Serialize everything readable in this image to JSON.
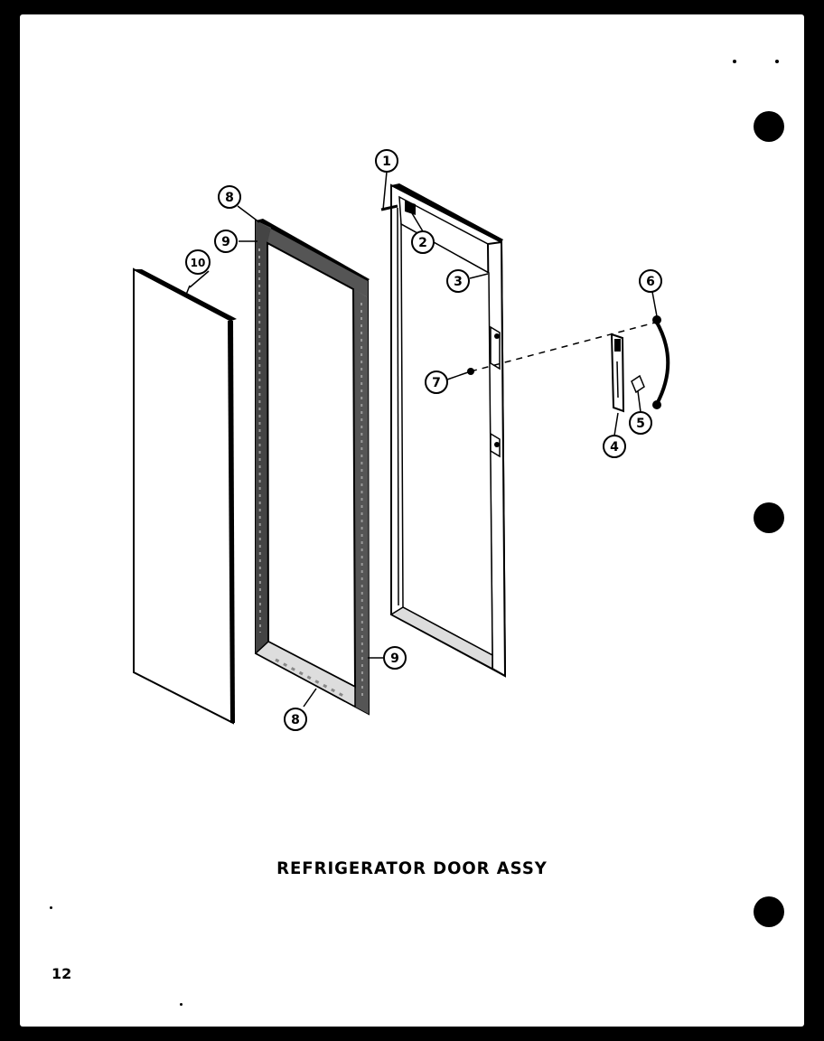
{
  "title": "REFRIGERATOR DOOR ASSY",
  "page_number": "12",
  "callouts": [
    "1",
    "2",
    "3",
    "4",
    "5",
    "6",
    "7",
    "8",
    "8",
    "9",
    "9",
    "10"
  ]
}
